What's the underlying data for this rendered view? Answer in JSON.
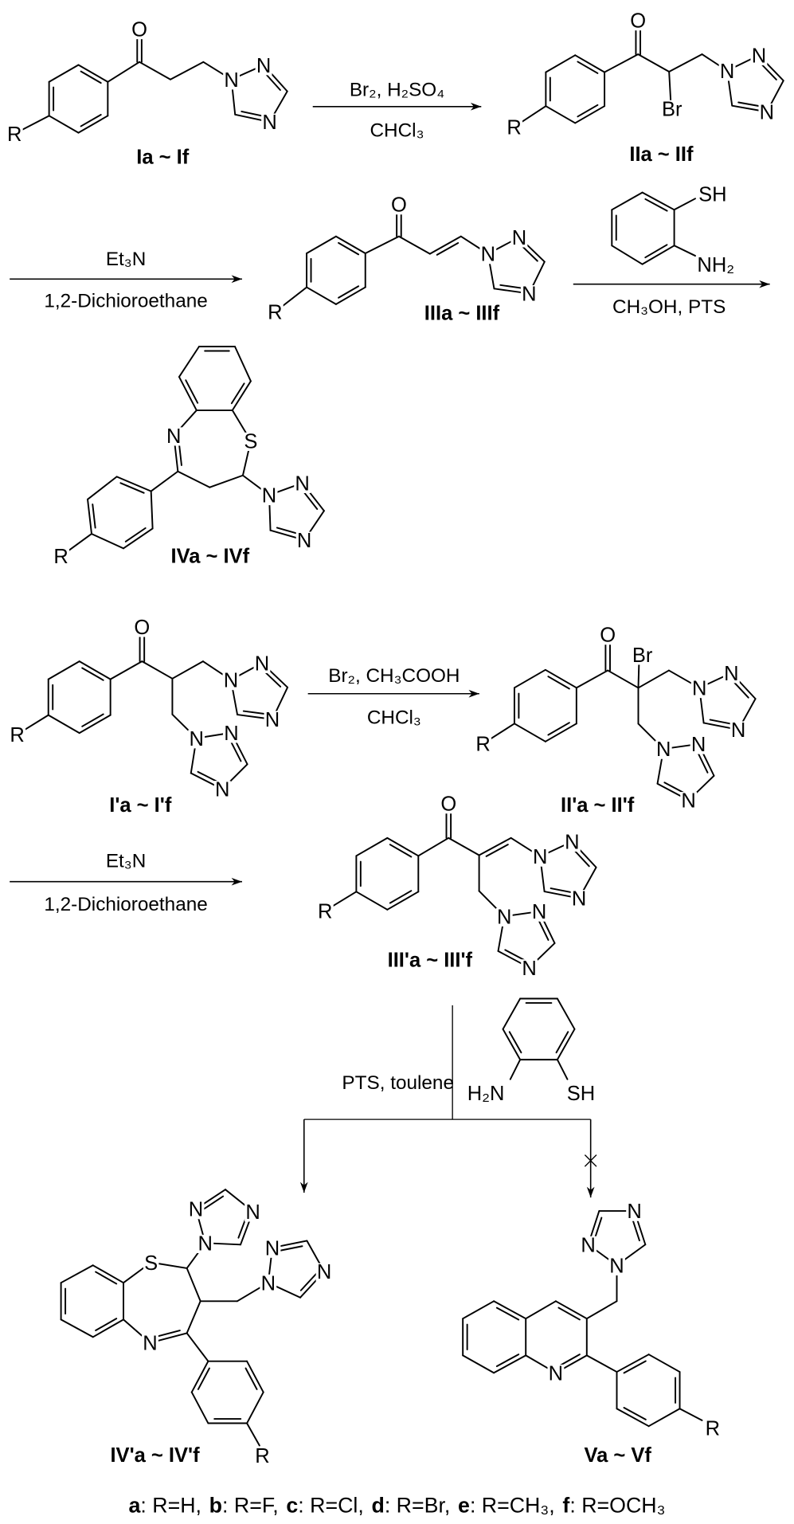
{
  "atom_symbols": {
    "O": "O",
    "N": "N",
    "S": "S",
    "R": "R",
    "Br": "Br",
    "SH": "SH",
    "NH2": "NH₂",
    "H2N": "H₂N"
  },
  "compounds": {
    "I": "Ia ~ If",
    "II": "IIa ~ IIf",
    "III": "IIIa ~ IIIf",
    "IV": "IVa ~ IVf",
    "Ip": "I'a ~ I'f",
    "IIp": "II'a ~ II'f",
    "IIIp": "III'a ~ III'f",
    "IVp": "IV'a ~ IV'f",
    "V": "Va ~ Vf"
  },
  "reactions": {
    "step1": {
      "above": "Br₂, H₂SO₄",
      "below": "CHCl₃"
    },
    "step2": {
      "above": "Et₃N",
      "below": "1,2-Dichioroethane"
    },
    "step3": {
      "below": "CH₃OH,  PTS"
    },
    "step4": {
      "above": "Br₂, CH₃COOH",
      "below": "CHCl₃"
    },
    "step5": {
      "above": "Et₃N",
      "below": "1,2-Dichioroethane"
    },
    "step6": {
      "conditions": "PTS, toulene"
    }
  },
  "legend": [
    {
      "key": "a",
      "value": ": R=H,"
    },
    {
      "key": "b",
      "value": ": R=F,"
    },
    {
      "key": "c",
      "value": ": R=Cl,"
    },
    {
      "key": "d",
      "value": ": R=Br,"
    },
    {
      "key": "e",
      "value": ": R=CH₃,"
    },
    {
      "key": "f",
      "value": ": R=OCH₃"
    }
  ]
}
